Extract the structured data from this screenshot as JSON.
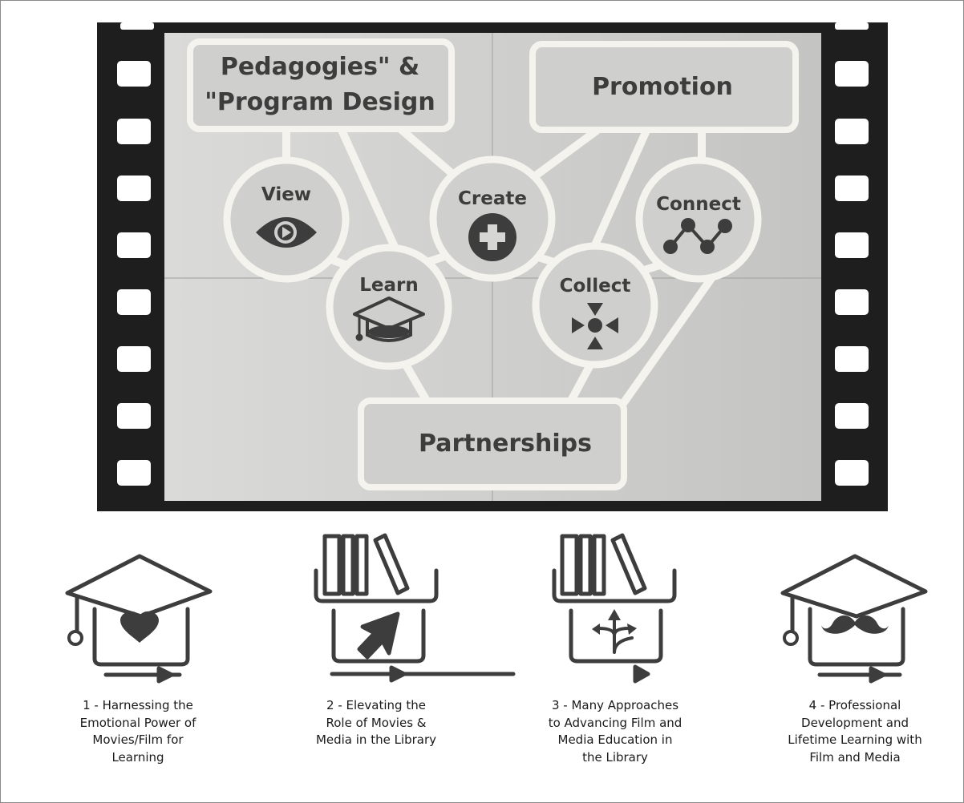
{
  "diagram": {
    "boxes": {
      "pedagogies_line1": "Pedagogies\" &",
      "pedagogies_line2": "\"Program Design",
      "promotion": "Promotion",
      "partnerships": "Partnerships"
    },
    "nodes": {
      "view": "View",
      "create": "Create",
      "connect": "Connect",
      "learn": "Learn",
      "collect": "Collect"
    },
    "icons": {
      "view": "eye-play-icon",
      "create": "plus-circle-icon",
      "connect": "network-nodes-icon",
      "learn": "graduation-cap-icon",
      "collect": "converge-arrows-icon"
    }
  },
  "steps": [
    {
      "icon": "graduation-cap-heart-icon",
      "caption": [
        "1 -  Harnessing the",
        "Emotional Power of",
        "Movies/Film for",
        "Learning"
      ]
    },
    {
      "icon": "books-cursor-icon",
      "caption": [
        "2 -  Elevating the",
        "Role of Movies &",
        "Media in the Library"
      ]
    },
    {
      "icon": "books-branching-arrows-icon",
      "caption": [
        "3 -  Many Approaches",
        "to Advancing Film and",
        "Media Education in",
        "the Library"
      ]
    },
    {
      "icon": "graduation-cap-mustache-icon",
      "caption": [
        "4 -  Professional",
        "Development and",
        "Lifetime Learning with",
        "Film and Media"
      ]
    }
  ],
  "colors": {
    "film": "#1e1e1e",
    "screen": "#d2d2d0",
    "outline": "#f4f3ee",
    "box_fill": "#cfcfcd",
    "icon": "#3d3d3d"
  }
}
